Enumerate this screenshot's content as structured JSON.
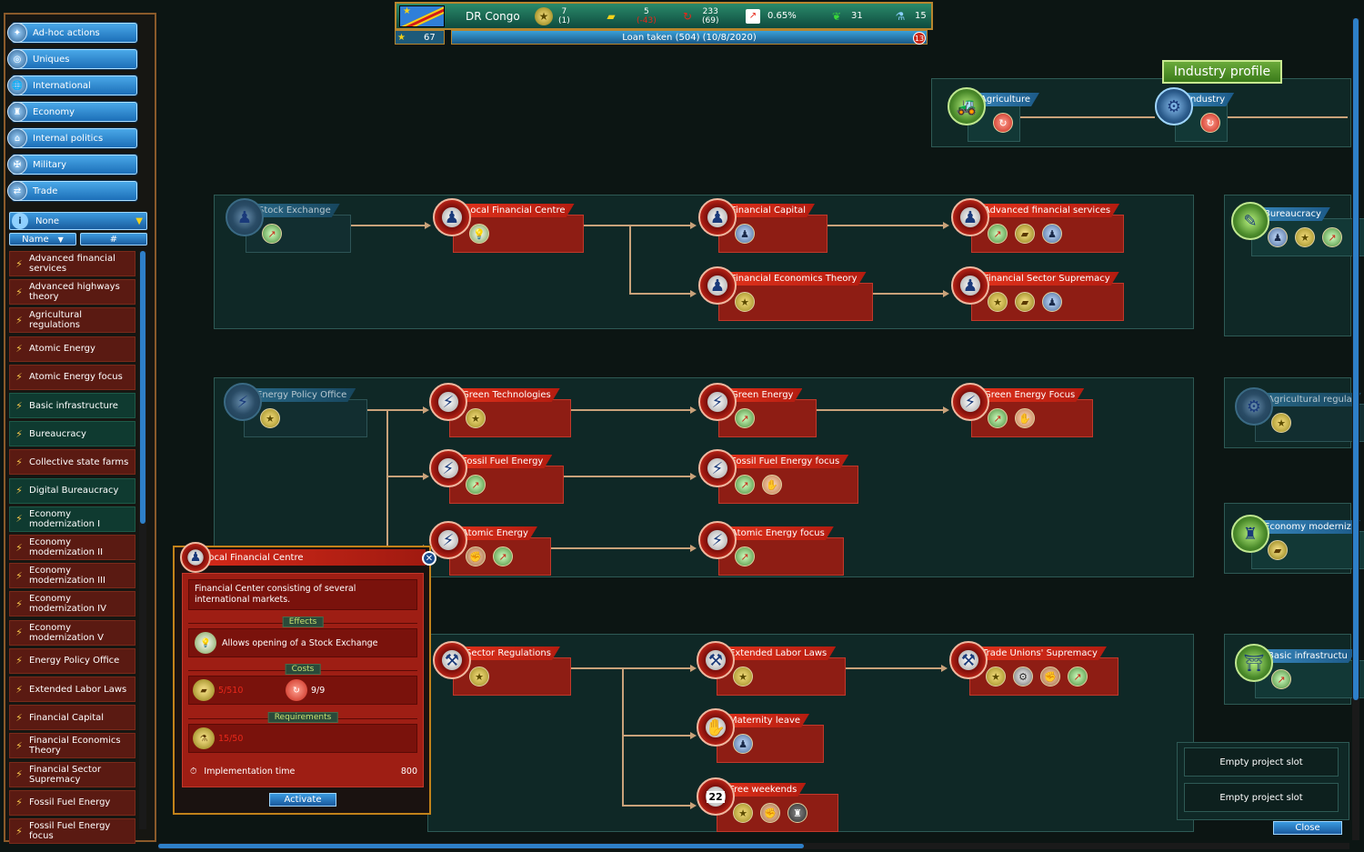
{
  "sidebar": {
    "categories": [
      {
        "label": "Ad-hoc actions",
        "icon": "adhoc-icon"
      },
      {
        "label": "Uniques",
        "icon": "uniques-icon"
      },
      {
        "label": "International",
        "icon": "globe-icon"
      },
      {
        "label": "Economy",
        "icon": "economy-icon"
      },
      {
        "label": "Internal politics",
        "icon": "capitol-icon"
      },
      {
        "label": "Military",
        "icon": "military-icon"
      },
      {
        "label": "Trade",
        "icon": "trade-icon"
      }
    ],
    "filter": {
      "value": "None",
      "col_name": "Name",
      "col_num": "#"
    },
    "items": [
      {
        "label": "Advanced financial services",
        "color": "red"
      },
      {
        "label": "Advanced highways theory",
        "color": "red"
      },
      {
        "label": "Agricultural regulations",
        "color": "red"
      },
      {
        "label": "Atomic Energy",
        "color": "red"
      },
      {
        "label": "Atomic Energy focus",
        "color": "red"
      },
      {
        "label": "Basic infrastructure",
        "color": "green"
      },
      {
        "label": "Bureaucracy",
        "color": "green"
      },
      {
        "label": "Collective state farms",
        "color": "red"
      },
      {
        "label": "Digital Bureaucracy",
        "color": "green"
      },
      {
        "label": "Economy modernization I",
        "color": "green"
      },
      {
        "label": "Economy modernization II",
        "color": "red"
      },
      {
        "label": "Economy modernization III",
        "color": "red"
      },
      {
        "label": "Economy modernization IV",
        "color": "red"
      },
      {
        "label": "Economy modernization V",
        "color": "red"
      },
      {
        "label": "Energy Policy Office",
        "color": "red"
      },
      {
        "label": "Extended Labor Laws",
        "color": "red"
      },
      {
        "label": "Financial Capital",
        "color": "red"
      },
      {
        "label": "Financial Economics Theory",
        "color": "red"
      },
      {
        "label": "Financial Sector Supremacy",
        "color": "red"
      },
      {
        "label": "Fossil Fuel Energy",
        "color": "red"
      },
      {
        "label": "Fossil Fuel Energy focus",
        "color": "red"
      }
    ]
  },
  "topbar": {
    "country": "DR Congo",
    "stars": "7",
    "stars_sub": "(1)",
    "gold": "5",
    "gold_sub": "(-43)",
    "food": "233",
    "food_sub": "(69)",
    "growth": "0.65%",
    "leaf": "31",
    "research": "15",
    "level": "67",
    "loan": "Loan taken (504) (10/8/2020)",
    "alerts": "13"
  },
  "industry_profile": "Industry profile",
  "profile_nodes": {
    "agriculture": "Agriculture",
    "industry": "Industry"
  },
  "nodes": {
    "stock_exchange": "Stock Exchange",
    "local_financial_centre": "Local Financial Centre",
    "financial_capital": "Financial Capital",
    "advanced_financial_services": "Advanced financial services",
    "financial_economics_theory": "Financial Economics Theory",
    "financial_sector_supremacy": "Financial Sector Supremacy",
    "energy_policy_office": "Energy Policy Office",
    "green_technologies": "Green Technologies",
    "green_energy": "Green Energy",
    "green_energy_focus": "Green Energy Focus",
    "fossil_fuel_energy": "Fossil Fuel Energy",
    "fossil_fuel_energy_focus": "Fossil Fuel Energy focus",
    "atomic_energy": "Atomic Energy",
    "atomic_energy_focus": "Atomic Energy focus",
    "sector_regulations": "Sector Regulations",
    "extended_labor_laws": "Extended Labor Laws",
    "trade_unions_supremacy": "Trade Unions' Supremacy",
    "maternity_leave": "Maternity leave",
    "free_weekends": "Free weekends",
    "bureaucracy": "Bureaucracy",
    "agricultural_regula": "Agricultural regula",
    "economy_moderniz": "Economy moderniz",
    "basic_infrastructu": "Basic infrastructu",
    "calendar_day": "22"
  },
  "popup": {
    "title": "Local Financial Centre",
    "description": "Financial Center consisting of several international markets.",
    "effects_label": "Effects",
    "effect": "Allows opening of a Stock Exchange",
    "costs_label": "Costs",
    "cost_gold": "5/510",
    "cost_food": "9/9",
    "requirements_label": "Requirements",
    "req_research": "15/50",
    "impl_label": "Implementation time",
    "impl_value": "800",
    "activate": "Activate"
  },
  "slots": [
    "Empty project slot",
    "Empty project slot"
  ],
  "close": "Close",
  "colors": {
    "accent_red": "#c8281a",
    "accent_blue": "#2e7fc8",
    "frame_gold": "#b8862e",
    "insufficient": "#e8281a"
  }
}
